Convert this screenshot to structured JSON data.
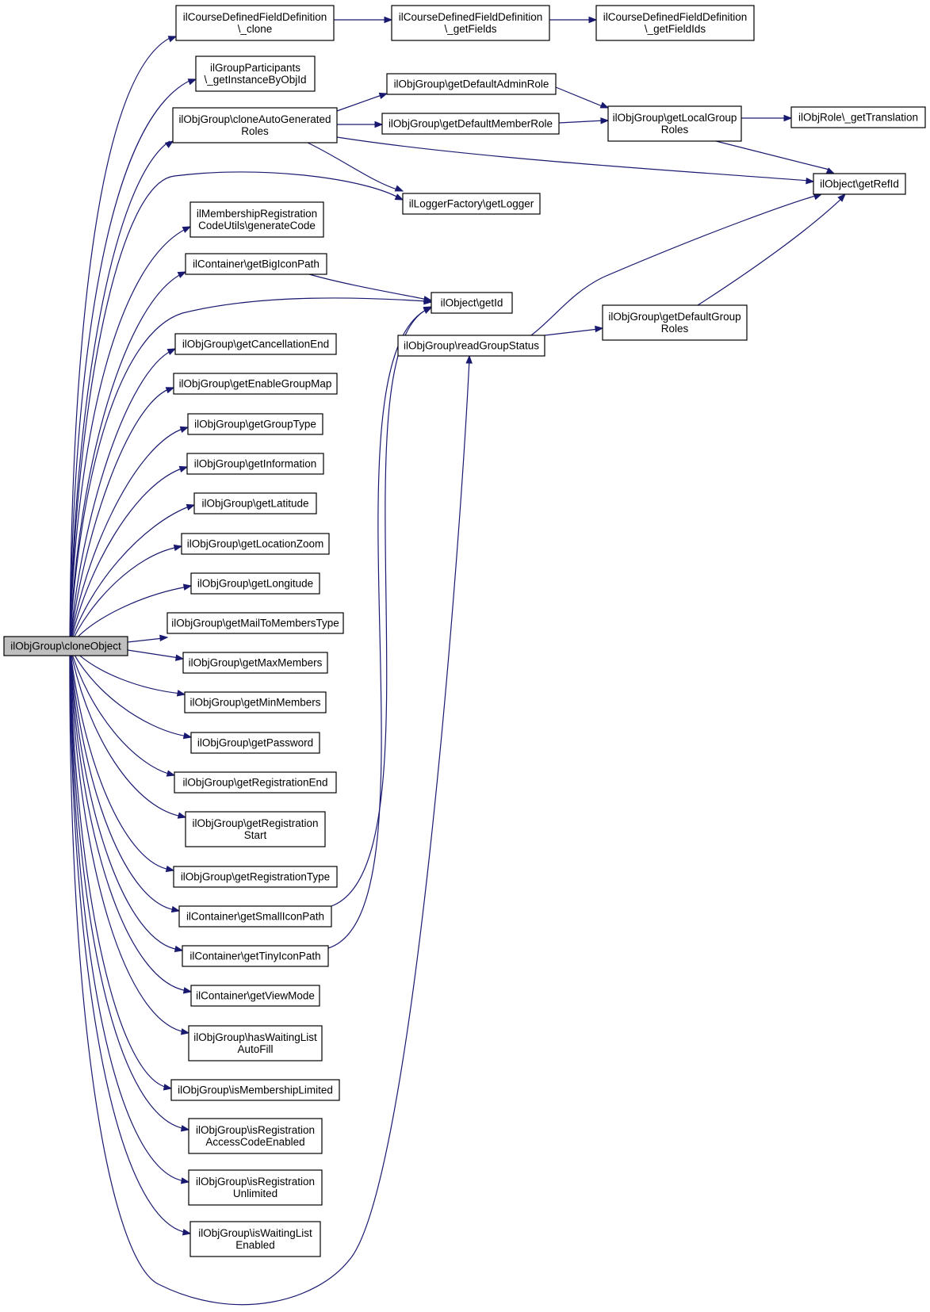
{
  "graph": {
    "type": "call-graph",
    "colors": {
      "edge": "#191970",
      "node_border": "#000000",
      "root_fill": "#bfbfbf",
      "node_fill": "#ffffff"
    },
    "nodes": [
      {
        "id": "root",
        "lines": [
          "ilObjGroup\\cloneObject"
        ],
        "root": true
      },
      {
        "id": "cdf_clone",
        "lines": [
          "ilCourseDefinedFieldDefinition",
          "\\_clone"
        ]
      },
      {
        "id": "cdf_getFields",
        "lines": [
          "ilCourseDefinedFieldDefinition",
          "\\_getFields"
        ]
      },
      {
        "id": "cdf_getFieldIds",
        "lines": [
          "ilCourseDefinedFieldDefinition",
          "\\_getFieldIds"
        ]
      },
      {
        "id": "gp_getInstance",
        "lines": [
          "ilGroupParticipants",
          "\\_getInstanceByObjId"
        ]
      },
      {
        "id": "cloneAutoRoles",
        "lines": [
          "ilObjGroup\\cloneAutoGenerated",
          "Roles"
        ]
      },
      {
        "id": "getDefaultAdminRole",
        "lines": [
          "ilObjGroup\\getDefaultAdminRole"
        ]
      },
      {
        "id": "getDefaultMemberRole",
        "lines": [
          "ilObjGroup\\getDefaultMemberRole"
        ]
      },
      {
        "id": "getLocalGroupRoles",
        "lines": [
          "ilObjGroup\\getLocalGroup",
          "Roles"
        ]
      },
      {
        "id": "role_getTranslation",
        "lines": [
          "ilObjRole\\_getTranslation"
        ]
      },
      {
        "id": "getRefId",
        "lines": [
          "ilObject\\getRefId"
        ]
      },
      {
        "id": "getLogger",
        "lines": [
          "ilLoggerFactory\\getLogger"
        ]
      },
      {
        "id": "generateCode",
        "lines": [
          "ilMembershipRegistration",
          "CodeUtils\\generateCode"
        ]
      },
      {
        "id": "getBigIconPath",
        "lines": [
          "ilContainer\\getBigIconPath"
        ]
      },
      {
        "id": "getId",
        "lines": [
          "ilObject\\getId"
        ]
      },
      {
        "id": "readGroupStatus",
        "lines": [
          "ilObjGroup\\readGroupStatus"
        ]
      },
      {
        "id": "getDefaultGroupRoles",
        "lines": [
          "ilObjGroup\\getDefaultGroup",
          "Roles"
        ]
      },
      {
        "id": "getCancellationEnd",
        "lines": [
          "ilObjGroup\\getCancellationEnd"
        ]
      },
      {
        "id": "getEnableGroupMap",
        "lines": [
          "ilObjGroup\\getEnableGroupMap"
        ]
      },
      {
        "id": "getGroupType",
        "lines": [
          "ilObjGroup\\getGroupType"
        ]
      },
      {
        "id": "getInformation",
        "lines": [
          "ilObjGroup\\getInformation"
        ]
      },
      {
        "id": "getLatitude",
        "lines": [
          "ilObjGroup\\getLatitude"
        ]
      },
      {
        "id": "getLocationZoom",
        "lines": [
          "ilObjGroup\\getLocationZoom"
        ]
      },
      {
        "id": "getLongitude",
        "lines": [
          "ilObjGroup\\getLongitude"
        ]
      },
      {
        "id": "getMailToMembersType",
        "lines": [
          "ilObjGroup\\getMailToMembersType"
        ]
      },
      {
        "id": "getMaxMembers",
        "lines": [
          "ilObjGroup\\getMaxMembers"
        ]
      },
      {
        "id": "getMinMembers",
        "lines": [
          "ilObjGroup\\getMinMembers"
        ]
      },
      {
        "id": "getPassword",
        "lines": [
          "ilObjGroup\\getPassword"
        ]
      },
      {
        "id": "getRegistrationEnd",
        "lines": [
          "ilObjGroup\\getRegistrationEnd"
        ]
      },
      {
        "id": "getRegistrationStart",
        "lines": [
          "ilObjGroup\\getRegistration",
          "Start"
        ]
      },
      {
        "id": "getRegistrationType",
        "lines": [
          "ilObjGroup\\getRegistrationType"
        ]
      },
      {
        "id": "getSmallIconPath",
        "lines": [
          "ilContainer\\getSmallIconPath"
        ]
      },
      {
        "id": "getTinyIconPath",
        "lines": [
          "ilContainer\\getTinyIconPath"
        ]
      },
      {
        "id": "getViewMode",
        "lines": [
          "ilContainer\\getViewMode"
        ]
      },
      {
        "id": "hasWaitingListAutoFill",
        "lines": [
          "ilObjGroup\\hasWaitingList",
          "AutoFill"
        ]
      },
      {
        "id": "isMembershipLimited",
        "lines": [
          "ilObjGroup\\isMembershipLimited"
        ]
      },
      {
        "id": "isRegistrationAccessCodeEnabled",
        "lines": [
          "ilObjGroup\\isRegistration",
          "AccessCodeEnabled"
        ]
      },
      {
        "id": "isRegistrationUnlimited",
        "lines": [
          "ilObjGroup\\isRegistration",
          "Unlimited"
        ]
      },
      {
        "id": "isWaitingListEnabled",
        "lines": [
          "ilObjGroup\\isWaitingList",
          "Enabled"
        ]
      }
    ],
    "edges": [
      [
        "root",
        "cdf_clone"
      ],
      [
        "cdf_clone",
        "cdf_getFields"
      ],
      [
        "cdf_getFields",
        "cdf_getFieldIds"
      ],
      [
        "root",
        "gp_getInstance"
      ],
      [
        "root",
        "cloneAutoRoles"
      ],
      [
        "cloneAutoRoles",
        "getDefaultAdminRole"
      ],
      [
        "cloneAutoRoles",
        "getDefaultMemberRole"
      ],
      [
        "cloneAutoRoles",
        "getRefId"
      ],
      [
        "cloneAutoRoles",
        "getLogger"
      ],
      [
        "getDefaultAdminRole",
        "getLocalGroupRoles"
      ],
      [
        "getDefaultMemberRole",
        "getLocalGroupRoles"
      ],
      [
        "getLocalGroupRoles",
        "role_getTranslation"
      ],
      [
        "getLocalGroupRoles",
        "getRefId"
      ],
      [
        "root",
        "getLogger"
      ],
      [
        "root",
        "generateCode"
      ],
      [
        "root",
        "getBigIconPath"
      ],
      [
        "getBigIconPath",
        "getId"
      ],
      [
        "root",
        "getId"
      ],
      [
        "root",
        "getCancellationEnd"
      ],
      [
        "root",
        "getEnableGroupMap"
      ],
      [
        "root",
        "getGroupType"
      ],
      [
        "root",
        "getInformation"
      ],
      [
        "root",
        "getLatitude"
      ],
      [
        "root",
        "getLocationZoom"
      ],
      [
        "root",
        "getLongitude"
      ],
      [
        "root",
        "getMailToMembersType"
      ],
      [
        "root",
        "getMaxMembers"
      ],
      [
        "root",
        "getMinMembers"
      ],
      [
        "root",
        "getPassword"
      ],
      [
        "root",
        "getRegistrationEnd"
      ],
      [
        "root",
        "getRegistrationStart"
      ],
      [
        "root",
        "getRegistrationType"
      ],
      [
        "root",
        "getSmallIconPath"
      ],
      [
        "getSmallIconPath",
        "getId"
      ],
      [
        "root",
        "getTinyIconPath"
      ],
      [
        "getTinyIconPath",
        "getId"
      ],
      [
        "root",
        "getViewMode"
      ],
      [
        "root",
        "hasWaitingListAutoFill"
      ],
      [
        "root",
        "isMembershipLimited"
      ],
      [
        "root",
        "isRegistrationAccessCodeEnabled"
      ],
      [
        "root",
        "isRegistrationUnlimited"
      ],
      [
        "root",
        "isWaitingListEnabled"
      ],
      [
        "root",
        "readGroupStatus"
      ],
      [
        "readGroupStatus",
        "getRefId"
      ],
      [
        "readGroupStatus",
        "getDefaultGroupRoles"
      ],
      [
        "getDefaultGroupRoles",
        "getRefId"
      ]
    ]
  }
}
